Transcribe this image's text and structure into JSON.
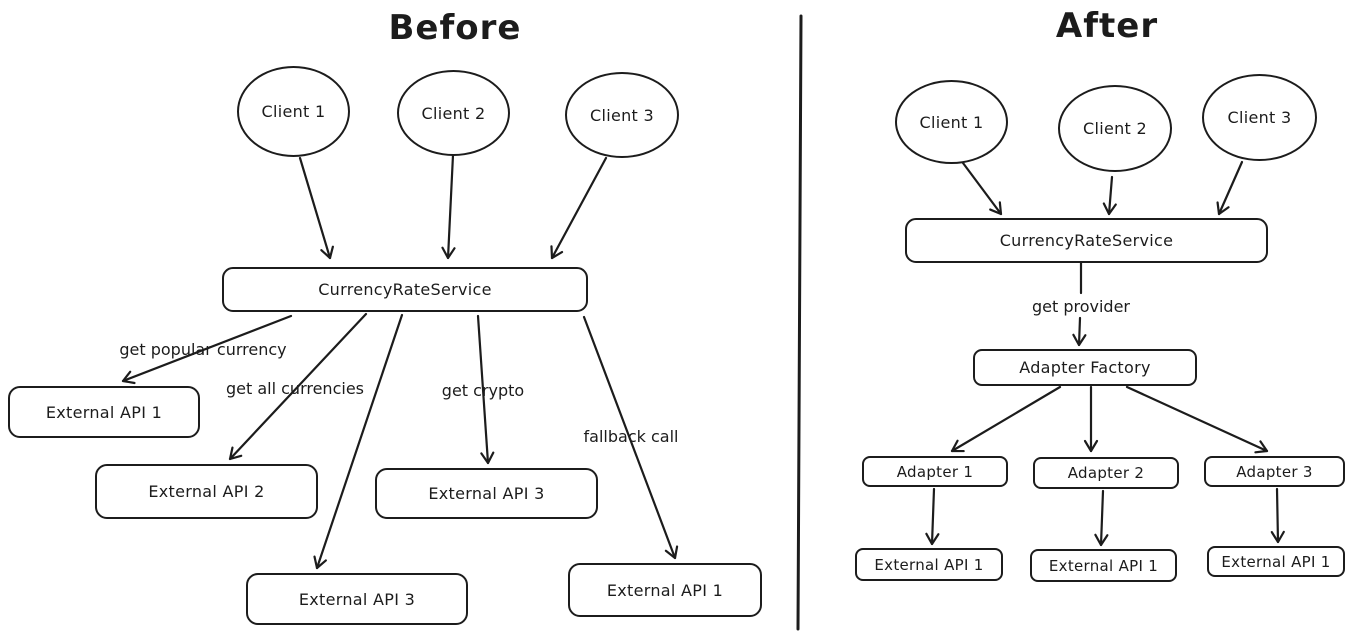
{
  "titles": {
    "before": "Before",
    "after": "After"
  },
  "before": {
    "clients": [
      "Client 1",
      "Client 2",
      "Client 3"
    ],
    "service": "CurrencyRateService",
    "edge_labels": {
      "popular": "get popular currency",
      "all": "get all currencies",
      "crypto": "get crypto",
      "fallback": "fallback call"
    },
    "apis": {
      "api1": "External API 1",
      "api2": "External API 2",
      "api3_right": "External API 3",
      "api3_bottom": "External API 3",
      "api1_fallback": "External API 1"
    }
  },
  "after": {
    "clients": [
      "Client 1",
      "Client 2",
      "Client 3"
    ],
    "service": "CurrencyRateService",
    "edge_labels": {
      "provider": "get provider"
    },
    "factory": "Adapter Factory",
    "adapters": [
      "Adapter 1",
      "Adapter 2",
      "Adapter 3"
    ],
    "apis": [
      "External API 1",
      "External API 1",
      "External API 1"
    ]
  }
}
